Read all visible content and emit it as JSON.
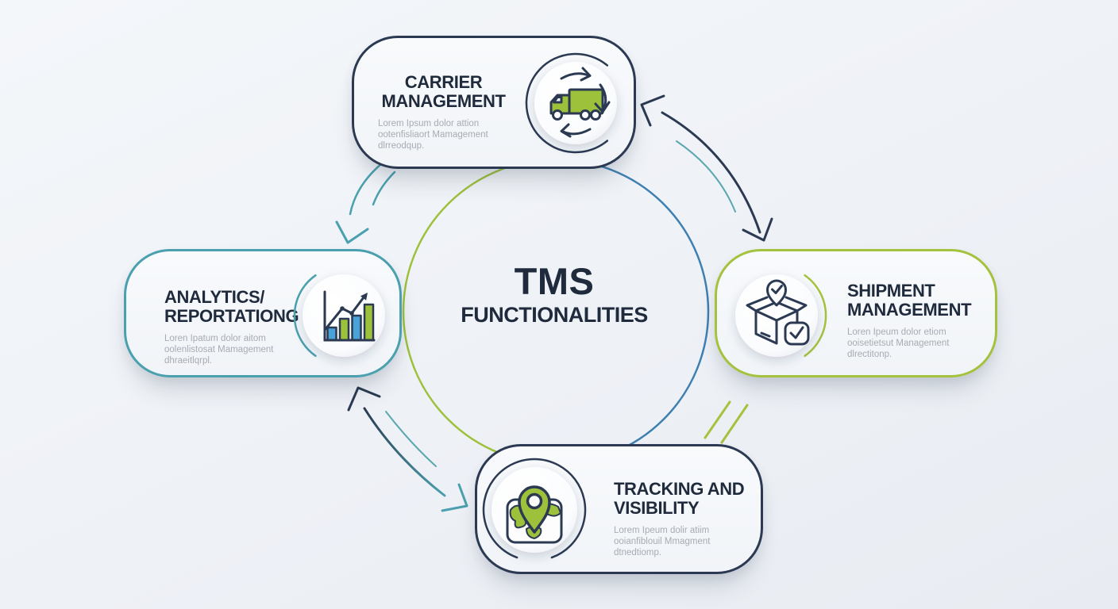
{
  "center": {
    "title": "TMS",
    "subtitle": "FUNCTIONALITIES"
  },
  "colors": {
    "navy": "#2b3a52",
    "green": "#9ec13b",
    "teal": "#4aa0ae",
    "blue": "#3e7fb2",
    "bar_blue": "#4aa3d8",
    "heading_text": "#1f2b3d",
    "body_text": "#a7acb4",
    "background": "#eef1f6"
  },
  "cards": {
    "carrier": {
      "title1": "CARRIER",
      "title2": "MANAGEMENT",
      "body": "Lorem Ipsum dolor attion ootenfisliaort Mamagement dlrreodqup.",
      "icon": "truck-cycle-icon",
      "border": "#2b3a52"
    },
    "shipment": {
      "title1": "SHIPMENT",
      "title2": "MANAGEMENT",
      "body": "Loren Ipeum dolor etiom ooisetietsut Management dlrectitonp.",
      "icon": "box-check-icon",
      "border": "#a4c23e"
    },
    "analytics": {
      "title1": "ANALYTICS/",
      "title2": "REPORTATIONG",
      "body": "Loren Ipatum dolor aitom oolenlistosat Mamagement dhraeitlqrpl.",
      "icon": "bar-chart-icon",
      "border": "#4aa0ae"
    },
    "tracking": {
      "title1": "TRACKING AND",
      "title2": "VISIBILITY",
      "body": "Lorem Ipeum dolir atiim ooianfiblouil Mmagment dtnedtiomp.",
      "icon": "map-pin-icon",
      "border": "#2b3a52"
    }
  }
}
